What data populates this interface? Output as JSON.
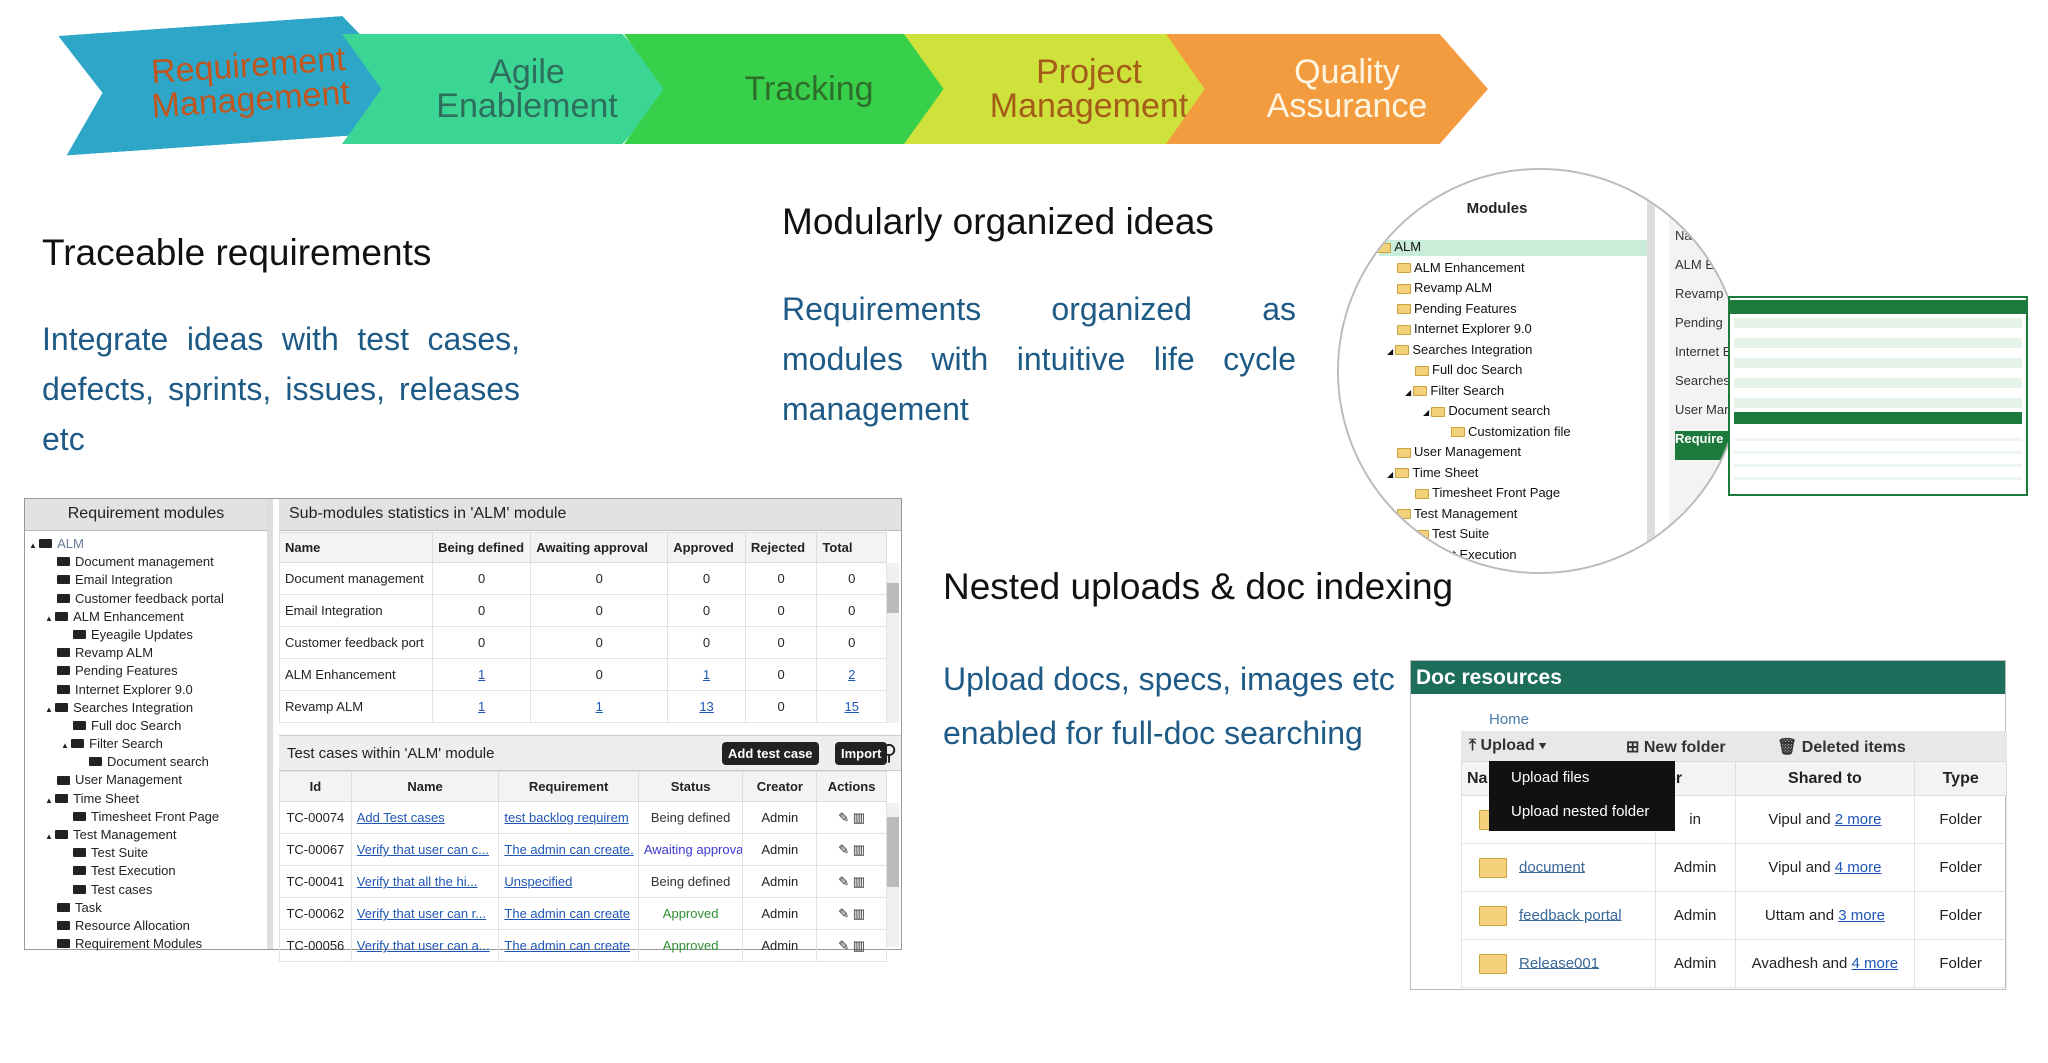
{
  "banner": {
    "steps": [
      "Requirement\nManagement",
      "Agile\nEnablement",
      "Tracking",
      "Project\nManagement",
      "Quality\nAssurance"
    ]
  },
  "section1": {
    "title": "Traceable requirements",
    "body": "Integrate ideas with test cases, defects, sprints, issues, releases etc"
  },
  "section2": {
    "title": "Modularly organized ideas",
    "body": "Requirements organized as modules with intuitive life cycle management"
  },
  "section3": {
    "title": "Nested uploads & doc indexing",
    "body": "Upload docs, specs, images etc enabled for full-doc searching"
  },
  "req_panel": {
    "title": "Requirement modules",
    "tree": [
      {
        "label": "ALM",
        "level": 0,
        "arrow": "▲"
      },
      {
        "label": "Document management",
        "level": 1,
        "arrow": ""
      },
      {
        "label": "Email Integration",
        "level": 1,
        "arrow": ""
      },
      {
        "label": "Customer feedback portal",
        "level": 1,
        "arrow": ""
      },
      {
        "label": "ALM Enhancement",
        "level": 1,
        "arrow": "▲"
      },
      {
        "label": "Eyeagile Updates",
        "level": 2,
        "arrow": ""
      },
      {
        "label": "Revamp ALM",
        "level": 1,
        "arrow": ""
      },
      {
        "label": "Pending Features",
        "level": 1,
        "arrow": ""
      },
      {
        "label": "Internet Explorer 9.0",
        "level": 1,
        "arrow": ""
      },
      {
        "label": "Searches Integration",
        "level": 1,
        "arrow": "▲"
      },
      {
        "label": "Full doc Search",
        "level": 2,
        "arrow": ""
      },
      {
        "label": "Filter Search",
        "level": 2,
        "arrow": "▲"
      },
      {
        "label": "Document search",
        "level": 3,
        "arrow": ""
      },
      {
        "label": "User Management",
        "level": 1,
        "arrow": ""
      },
      {
        "label": "Time Sheet",
        "level": 1,
        "arrow": "▲"
      },
      {
        "label": "Timesheet Front Page",
        "level": 2,
        "arrow": ""
      },
      {
        "label": "Test Management",
        "level": 1,
        "arrow": "▲"
      },
      {
        "label": "Test Suite",
        "level": 2,
        "arrow": ""
      },
      {
        "label": "Test Execution",
        "level": 2,
        "arrow": ""
      },
      {
        "label": "Test cases",
        "level": 2,
        "arrow": ""
      },
      {
        "label": "Task",
        "level": 1,
        "arrow": ""
      },
      {
        "label": "Resource Allocation",
        "level": 1,
        "arrow": ""
      },
      {
        "label": "Requirement Modules",
        "level": 1,
        "arrow": ""
      }
    ],
    "stats_title": "Sub-modules statistics in 'ALM' module",
    "stats_headers": [
      "Name",
      "Being defined",
      "Awaiting approval",
      "Approved",
      "Rejected",
      "Total"
    ],
    "stats_rows": [
      [
        "Document management",
        "0",
        "0",
        "0",
        "0",
        "0"
      ],
      [
        "Email Integration",
        "0",
        "0",
        "0",
        "0",
        "0"
      ],
      [
        "Customer feedback port",
        "0",
        "0",
        "0",
        "0",
        "0"
      ],
      [
        "ALM Enhancement",
        "1",
        "0",
        "1",
        "0",
        "2"
      ],
      [
        "Revamp ALM",
        "1",
        "1",
        "13",
        "0",
        "15"
      ]
    ],
    "tc_title": "Test cases within 'ALM' module",
    "add_test_case": "Add test case",
    "import": "Import",
    "tc_headers": [
      "Id",
      "Name",
      "Requirement",
      "Status",
      "Creator",
      "Actions"
    ],
    "tc_rows": [
      [
        "TC-00074",
        "Add Test cases",
        "test backlog requirem",
        "Being defined",
        "Admin"
      ],
      [
        "TC-00067",
        "Verify that user can c...",
        "The admin can create.",
        "Awaiting approval",
        "Admin"
      ],
      [
        "TC-00041",
        "Verify that all the hi...",
        "Unspecified",
        "Being defined",
        "Admin"
      ],
      [
        "TC-00062",
        "Verify that user can r...",
        "The admin can create",
        "Approved",
        "Admin"
      ],
      [
        "TC-00056",
        "Verify that user can a...",
        "The admin can create",
        "Approved",
        "Admin"
      ]
    ]
  },
  "modules_circle": {
    "title": "Modules",
    "tree": [
      {
        "label": "ALM",
        "level": 0,
        "arrow": "◢"
      },
      {
        "label": "ALM Enhancement",
        "level": 1,
        "arrow": ""
      },
      {
        "label": "Revamp ALM",
        "level": 1,
        "arrow": ""
      },
      {
        "label": "Pending Features",
        "level": 1,
        "arrow": ""
      },
      {
        "label": "Internet Explorer 9.0",
        "level": 1,
        "arrow": ""
      },
      {
        "label": "Searches Integration",
        "level": 1,
        "arrow": "◢"
      },
      {
        "label": "Full doc Search",
        "level": 2,
        "arrow": ""
      },
      {
        "label": "Filter Search",
        "level": 2,
        "arrow": "◢"
      },
      {
        "label": "Document search",
        "level": 3,
        "arrow": "◢"
      },
      {
        "label": "Customization file",
        "level": 4,
        "arrow": ""
      },
      {
        "label": "User Management",
        "level": 1,
        "arrow": ""
      },
      {
        "label": "Time Sheet",
        "level": 1,
        "arrow": "◢"
      },
      {
        "label": "Timesheet Front Page",
        "level": 2,
        "arrow": ""
      },
      {
        "label": "Test Management",
        "level": 1,
        "arrow": ""
      },
      {
        "label": "Test Suite",
        "level": 2,
        "arrow": ""
      },
      {
        "label": "Test Execution",
        "level": 2,
        "arrow": ""
      }
    ],
    "side_labels": [
      "Na",
      "ALM E",
      "Revamp",
      "Pending",
      "Internet Ex",
      "Searches",
      "User Man",
      "Require"
    ]
  },
  "doc_resources": {
    "title": "Doc resources",
    "home": "Home",
    "upload": "Upload",
    "new_folder": "New folder",
    "deleted_items": "Deleted items",
    "menu": [
      "Upload files",
      "Upload nested folder"
    ],
    "headers": [
      "Na",
      "tor",
      "Shared to",
      "Type"
    ],
    "rows": [
      {
        "name": "",
        "creator": "in",
        "shared": "Vipul and ",
        "more": "2 more",
        "type": "Folder"
      },
      {
        "name": "document",
        "creator": "Admin",
        "shared": "Vipul and ",
        "more": "4 more",
        "type": "Folder"
      },
      {
        "name": "feedback portal",
        "creator": "Admin",
        "shared": "Uttam and ",
        "more": "3 more",
        "type": "Folder"
      },
      {
        "name": "Release001",
        "creator": "Admin",
        "shared": "Avadhesh and ",
        "more": "4 more",
        "type": "Folder"
      }
    ]
  }
}
